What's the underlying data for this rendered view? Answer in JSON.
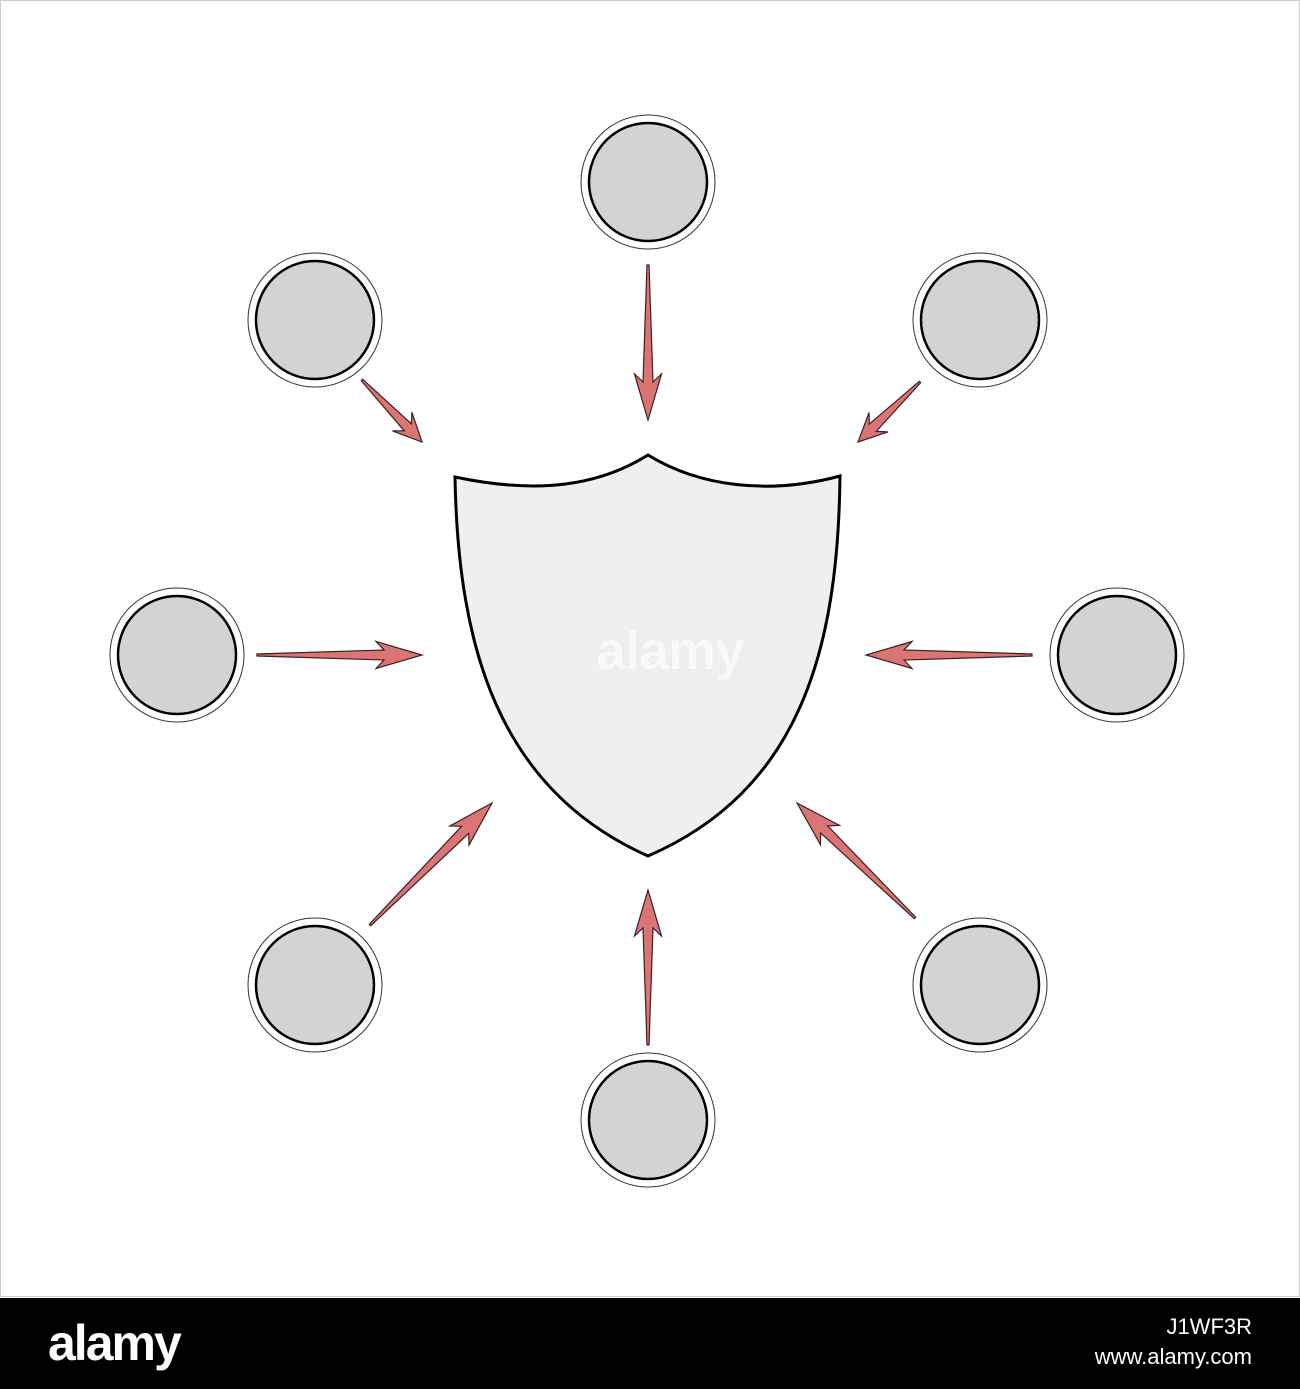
{
  "diagram": {
    "shield": {
      "fill": "#efefef",
      "stroke": "#000000"
    },
    "node_fill": "#d3d3d3",
    "arrow_fill": "#db7474",
    "nodes": [
      {
        "id": "top"
      },
      {
        "id": "top-right"
      },
      {
        "id": "right"
      },
      {
        "id": "bottom-right"
      },
      {
        "id": "bottom"
      },
      {
        "id": "bottom-left"
      },
      {
        "id": "left"
      },
      {
        "id": "top-left"
      }
    ]
  },
  "watermark": {
    "center_text": "alamy"
  },
  "footer": {
    "logo": "alamy",
    "image_id": "J1WF3R",
    "site": "www.alamy.com"
  }
}
